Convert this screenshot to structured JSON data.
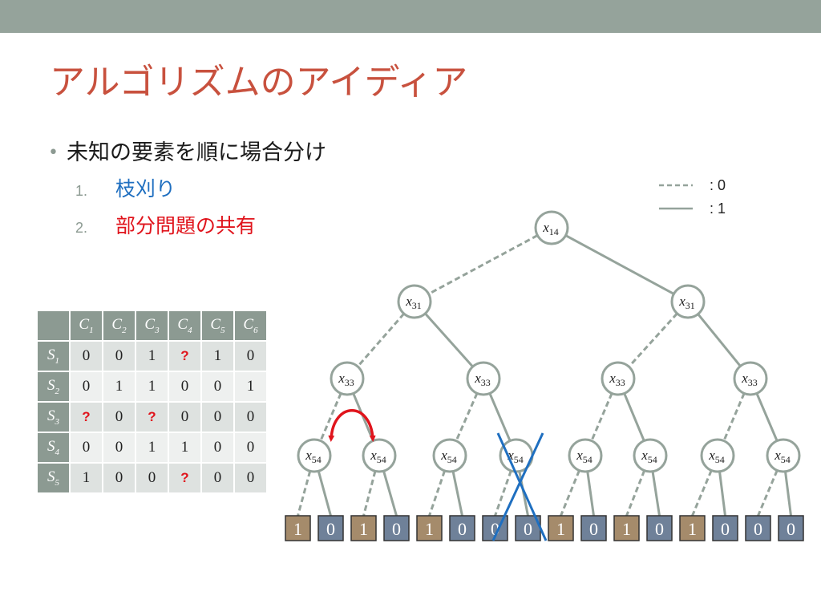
{
  "slide": {
    "title": "アルゴリズムのアイディア",
    "bullet": "未知の要素を順に場合分け",
    "subitems": [
      {
        "num": "1.",
        "text": "枝刈り",
        "color": "#1f6fc0"
      },
      {
        "num": "2.",
        "text": "部分問題の共有",
        "color": "#e0141c"
      }
    ]
  },
  "legend": {
    "dashed": ": 0",
    "solid": ": 1"
  },
  "matrix": {
    "columns": [
      {
        "base": "C",
        "sub": "1"
      },
      {
        "base": "C",
        "sub": "2"
      },
      {
        "base": "C",
        "sub": "3"
      },
      {
        "base": "C",
        "sub": "4"
      },
      {
        "base": "C",
        "sub": "5"
      },
      {
        "base": "C",
        "sub": "6"
      }
    ],
    "rows": [
      {
        "base": "S",
        "sub": "1",
        "cells": [
          "0",
          "0",
          "1",
          "?",
          "1",
          "0"
        ]
      },
      {
        "base": "S",
        "sub": "2",
        "cells": [
          "0",
          "1",
          "1",
          "0",
          "0",
          "1"
        ]
      },
      {
        "base": "S",
        "sub": "3",
        "cells": [
          "?",
          "0",
          "?",
          "0",
          "0",
          "0"
        ]
      },
      {
        "base": "S",
        "sub": "4",
        "cells": [
          "0",
          "0",
          "1",
          "1",
          "0",
          "0"
        ]
      },
      {
        "base": "S",
        "sub": "5",
        "cells": [
          "1",
          "0",
          "0",
          "?",
          "0",
          "0"
        ]
      }
    ]
  },
  "tree": {
    "levels": [
      {
        "base": "x",
        "sub": "14"
      },
      {
        "base": "x",
        "sub": "31"
      },
      {
        "base": "x",
        "sub": "33"
      },
      {
        "base": "x",
        "sub": "54"
      }
    ],
    "leaves": [
      "1",
      "0",
      "1",
      "0",
      "1",
      "0",
      "0",
      "0",
      "1",
      "0",
      "1",
      "0",
      "1",
      "0",
      "0",
      "0"
    ],
    "colors": {
      "edge": "#95a39b",
      "leaf_one": "#a58b6b",
      "leaf_zero": "#6f8199",
      "swap_arrow": "#e0141c",
      "prune_cross": "#1f6fc0"
    }
  }
}
